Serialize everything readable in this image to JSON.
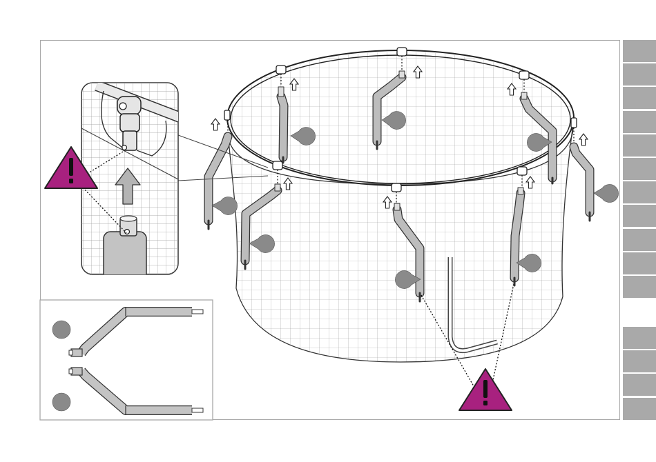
{
  "colors": {
    "warning_fill": "#a8217f",
    "tube_fill": "#b9b9b9",
    "callout_fill": "#8a8a8a",
    "tab_fill": "#a9a9a9",
    "frame": "#a8a8a8"
  },
  "icons": {
    "warning": "warning-triangle-icon",
    "arrow": "up-arrow-icon",
    "callout": "callout-marker"
  },
  "side_tabs": {
    "upper_count": 11,
    "lower_count": 4
  }
}
